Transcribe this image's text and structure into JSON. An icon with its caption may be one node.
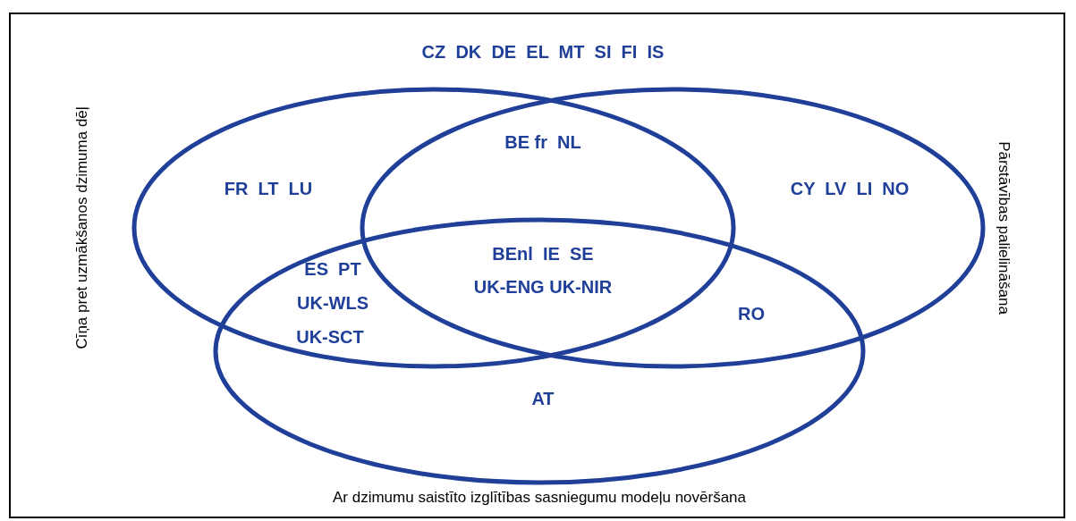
{
  "diagram": {
    "nodes": [
      {
        "text": [
          "Cīņa pret uzmākšanos dzimuma dēļ"
        ]
      },
      {
        "text": [
          "Pārstāvības palielināšana"
        ]
      },
      {
        "text": [
          "Ar dzimumu saistīto izglītības sasniegumu modeļu novēršana"
        ]
      }
    ],
    "labels": [
      "CZ  DK  DE  EL  MT  SI  FI  IS",
      "BE fr  NL",
      "FR  LT  LU",
      "CY  LV  LI  NO",
      "BEnl  IE  SE",
      "ES  PT",
      "UK-ENG UK-NIR",
      "UK-WLS",
      "RO",
      "UK-SCT",
      "AT"
    ]
  }
}
